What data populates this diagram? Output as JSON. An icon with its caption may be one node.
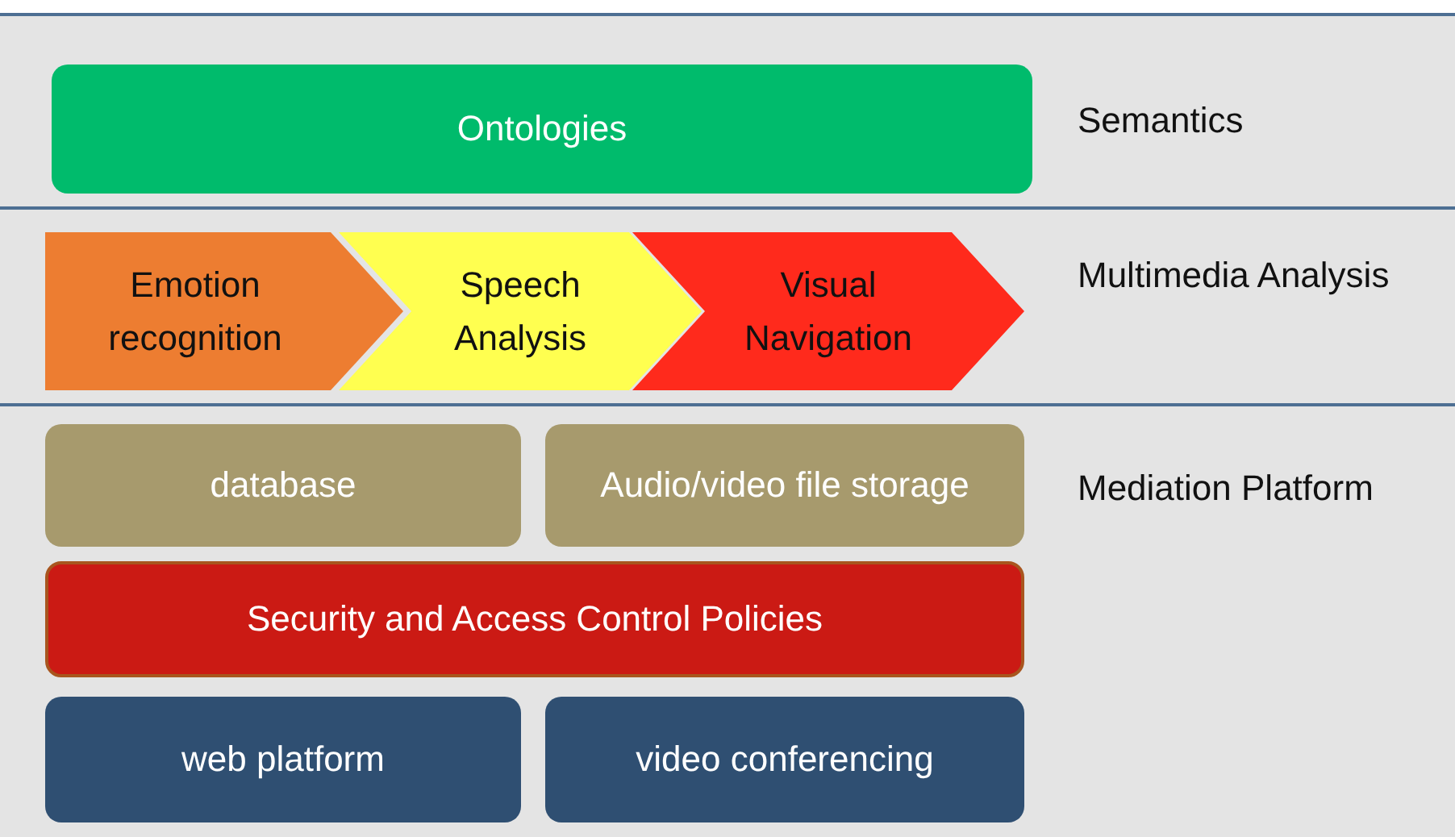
{
  "diagram": {
    "nodes": [
      {
        "text": [
          "Semantics"
        ]
      },
      {
        "text": [
          "Ontologies"
        ],
        "in": 0
      },
      {
        "text": [
          "Multimedia Analysis"
        ]
      },
      {
        "text": [
          "Emotion recognition"
        ],
        "in": 2
      },
      {
        "text": [
          "Speech Analysis"
        ],
        "in": 2
      },
      {
        "text": [
          "Visual Navigation"
        ],
        "in": 2
      },
      {
        "text": [
          "Mediation Platform"
        ]
      },
      {
        "text": [
          "database"
        ],
        "in": 6
      },
      {
        "text": [
          "Audio/video file storage"
        ],
        "in": 6
      },
      {
        "text": [
          "Security and Access Control Policies"
        ],
        "in": 6
      },
      {
        "text": [
          "web platform"
        ],
        "in": 6
      },
      {
        "text": [
          "video conferencing"
        ],
        "in": 6
      }
    ]
  }
}
